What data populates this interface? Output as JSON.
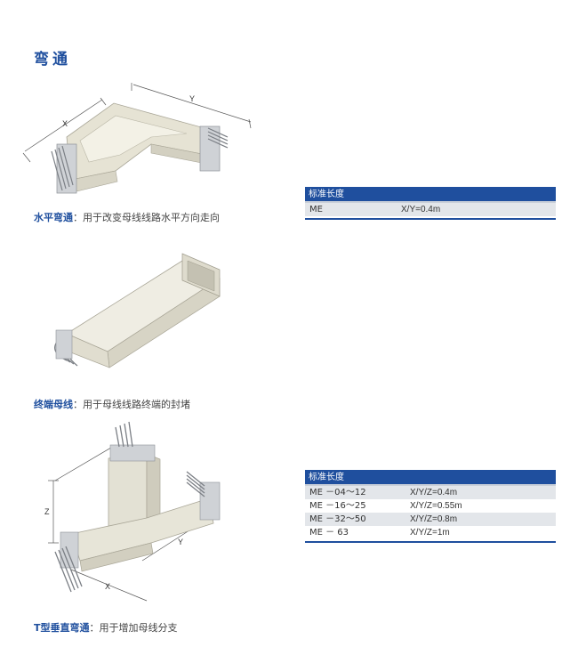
{
  "page": {
    "title": "弯通"
  },
  "figures": {
    "elbow": {
      "label_x": "X",
      "label_y": "Y"
    },
    "tee": {
      "label_z": "Z",
      "label_x": "X",
      "label_y": "Y"
    }
  },
  "captions": [
    {
      "title": "水平弯通",
      "desc": "：用于改变母线线路水平方向走向"
    },
    {
      "title": "终端母线",
      "desc": "：用于母线线路终端的封堵"
    },
    {
      "title": "T型垂直弯通",
      "desc": "：用于增加母线分支"
    }
  ],
  "tables": [
    {
      "header": "标准长度",
      "rows": [
        {
          "model": "ME",
          "value": "X/Y=0.4m"
        }
      ]
    },
    {
      "header": "标准长度",
      "rows": [
        {
          "model": "ME －04～12",
          "value": "X/Y/Z=0.4m"
        },
        {
          "model": "ME －16～25",
          "value": "X/Y/Z=0.55m"
        },
        {
          "model": "ME －32～50",
          "value": "X/Y/Z=0.8m"
        },
        {
          "model": "ME － 63",
          "value": "X/Y/Z=1m"
        }
      ]
    }
  ],
  "colors": {
    "accent": "#1f4f9e",
    "row_shade": "#e3e6ea"
  }
}
